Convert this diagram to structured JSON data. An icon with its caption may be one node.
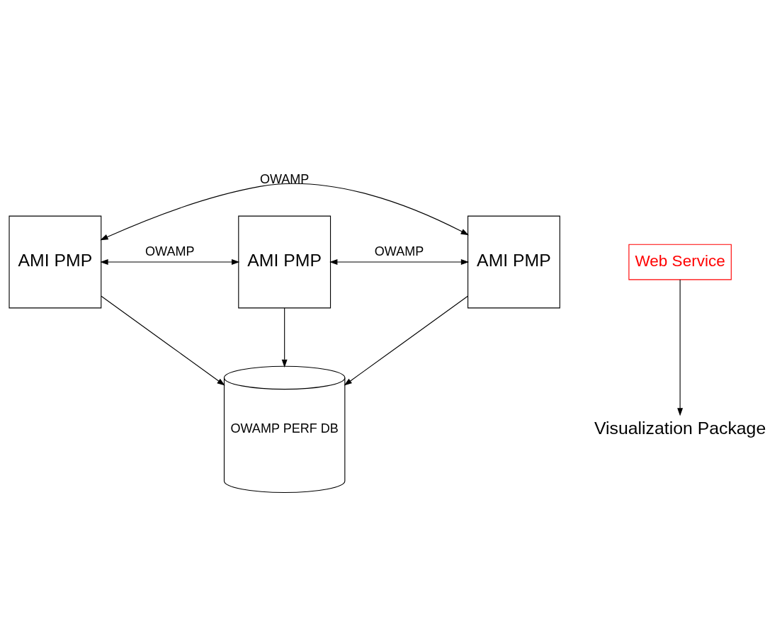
{
  "diagram": {
    "nodes": [
      {
        "text": [
          "AMI PMP"
        ]
      },
      {
        "text": [
          "AMI PMP"
        ]
      },
      {
        "text": [
          "AMI PMP"
        ]
      },
      {
        "text": [
          "OWAMP PERF DB"
        ]
      },
      {
        "text": [
          "Web Service"
        ]
      },
      {
        "text": [
          "Visualization Package"
        ]
      }
    ],
    "edges": [
      {
        "from": 0,
        "to": 1,
        "arrow": "both",
        "label": "OWAMP"
      },
      {
        "from": 1,
        "to": 2,
        "arrow": "both",
        "label": "OWAMP"
      },
      {
        "from": 0,
        "to": 2,
        "arrow": "both",
        "label": "OWAMP"
      },
      {
        "from": 0,
        "to": 3,
        "arrow": "to"
      },
      {
        "from": 1,
        "to": 3,
        "arrow": "to"
      },
      {
        "from": 2,
        "to": 3,
        "arrow": "to"
      },
      {
        "from": 4,
        "to": 5,
        "arrow": "to"
      }
    ]
  }
}
